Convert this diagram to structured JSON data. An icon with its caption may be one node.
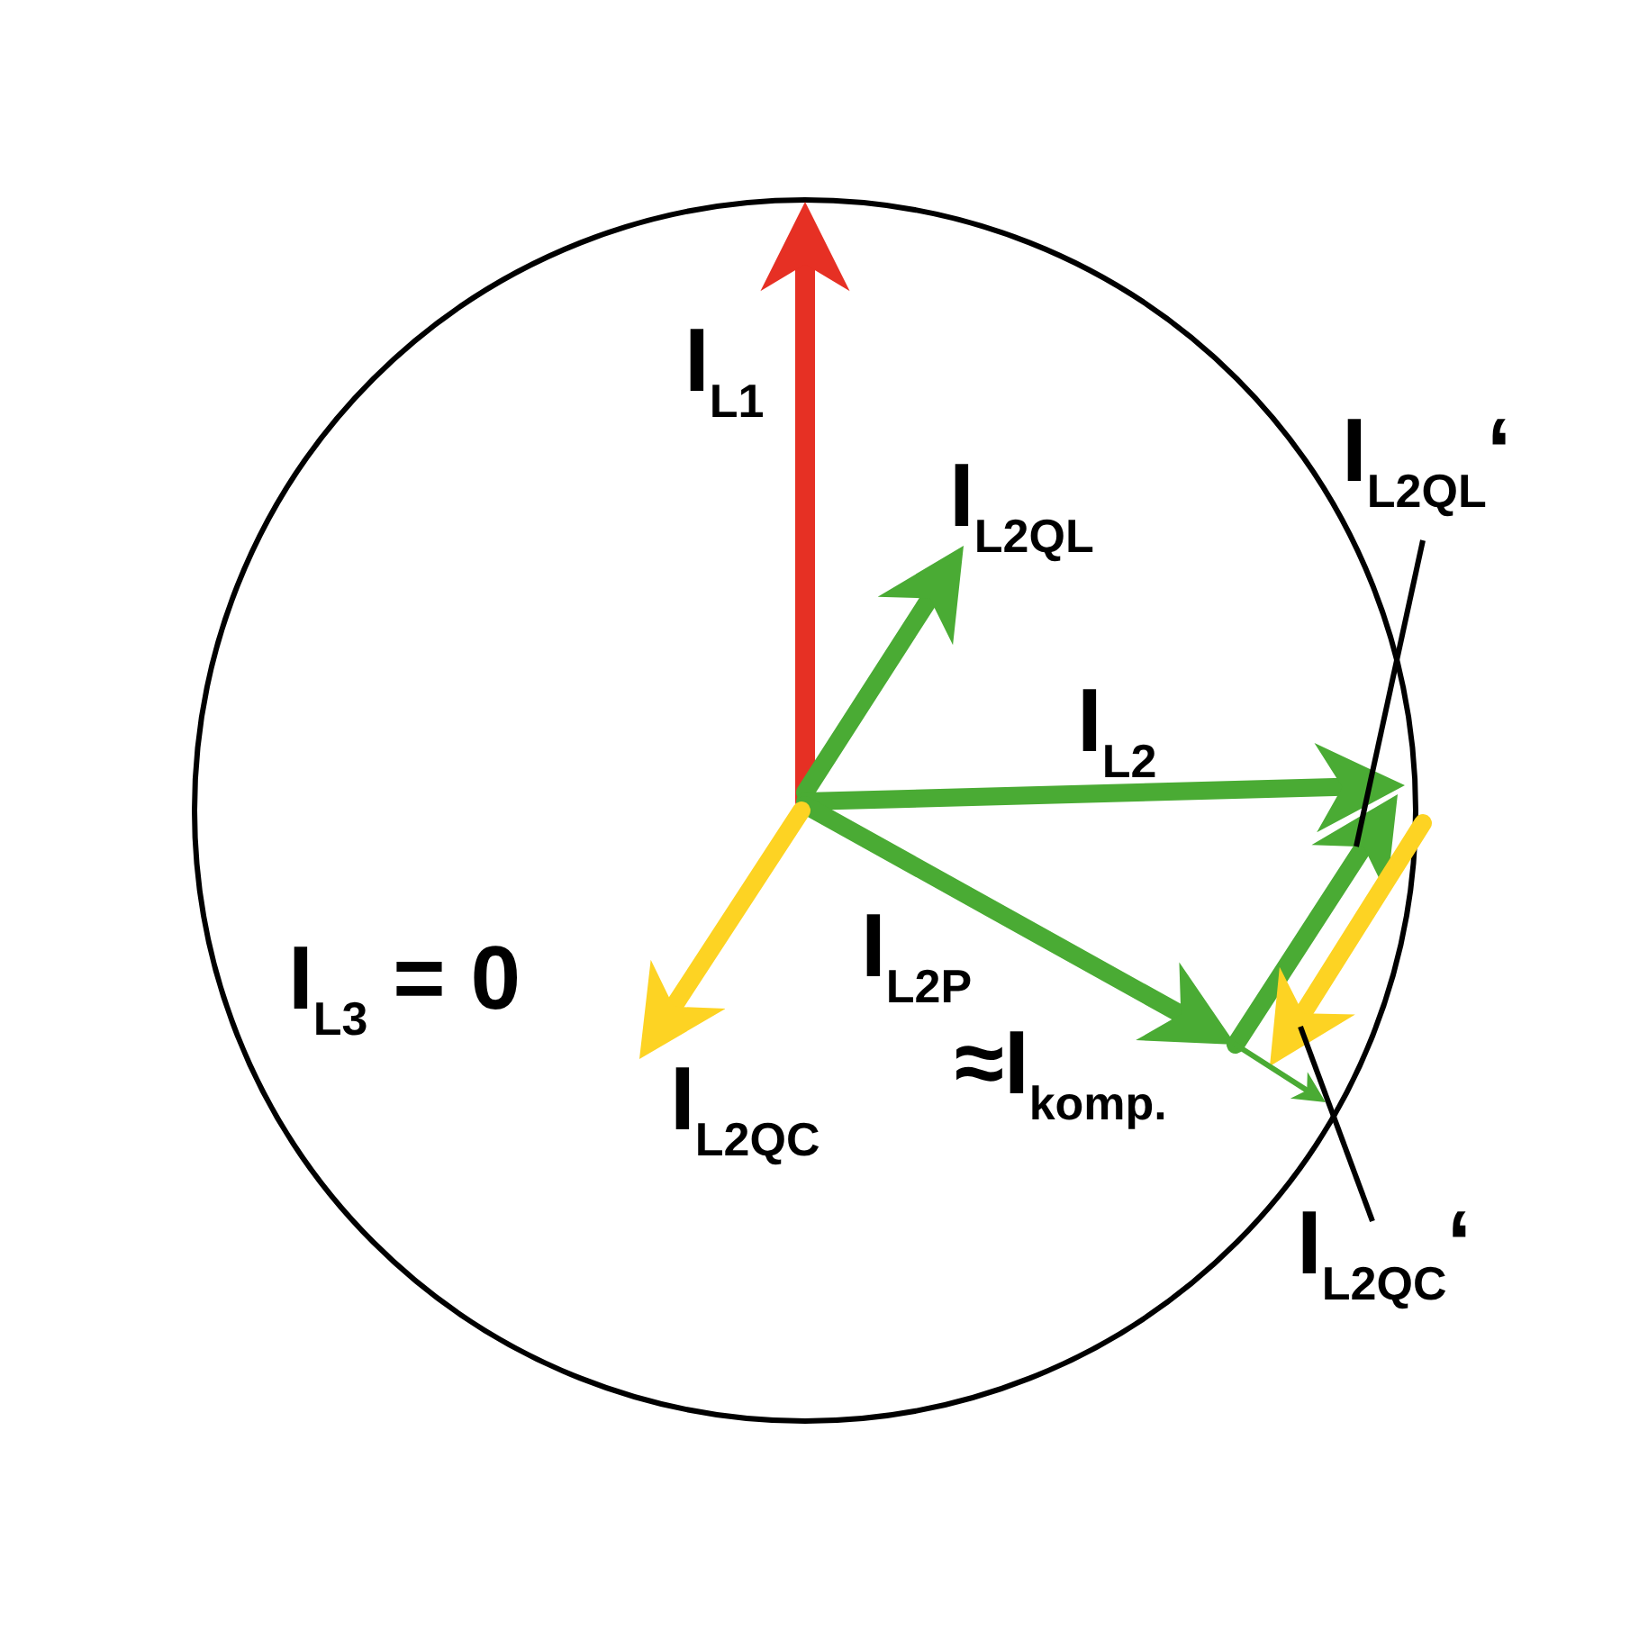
{
  "diagram": {
    "nodes": [
      {
        "text": [
          "I$_{L2QL}$‘"
        ]
      },
      {
        "text": [
          "I$_{L2QC}$‘"
        ]
      }
    ],
    "edges": [
      {
        "from": 0,
        "to": null,
        "arrow": "none"
      },
      {
        "from": 1,
        "to": null,
        "arrow": "none"
      }
    ],
    "labels": [
      "I$_{L1}$",
      "I$_{L2QL}$",
      "I$_{L2}$",
      "I$_{L3}$ = 0",
      "I$_{L2P}$",
      "≈I$_{komp.}$",
      "I$_{L2QC}$"
    ]
  }
}
